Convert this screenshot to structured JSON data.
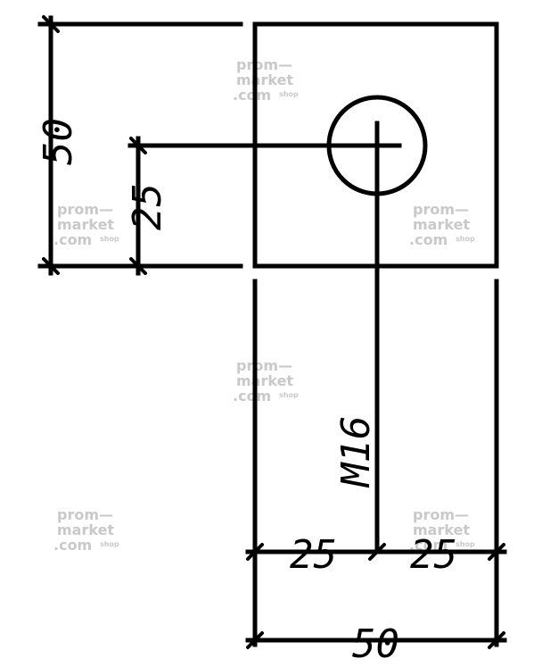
{
  "drawing": {
    "dim_left_outer": "50",
    "dim_left_inner": "25",
    "dim_bottom_left": "25",
    "dim_bottom_right": "25",
    "dim_bottom_total": "50",
    "thread_label": "M16"
  },
  "watermark": {
    "line1": "prom—",
    "line2": "market",
    "line3": ".com",
    "suffix": "shop"
  },
  "colors": {
    "line": "#000000",
    "watermark": "#c9c9c9",
    "background": "#ffffff"
  }
}
